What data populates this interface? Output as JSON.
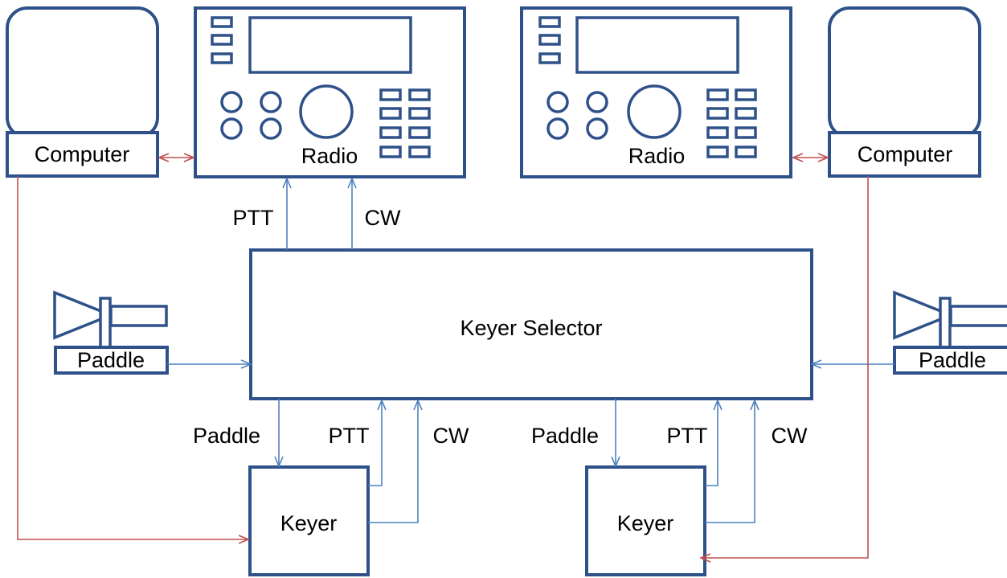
{
  "labels": {
    "computer_left": "Computer",
    "computer_right": "Computer",
    "radio_left": "Radio",
    "radio_right": "Radio",
    "keyer_selector": "Keyer Selector",
    "paddle_left": "Paddle",
    "paddle_right": "Paddle",
    "keyer_left": "Keyer",
    "keyer_right": "Keyer",
    "ptt_top": "PTT",
    "cw_top": "CW",
    "paddle_line_left": "Paddle",
    "ptt_left": "PTT",
    "cw_left": "CW",
    "paddle_line_right": "Paddle",
    "ptt_right": "PTT",
    "cw_right": "CW"
  },
  "colors": {
    "outline": "#2f5189",
    "signal_line": "#4f81bd",
    "computer_line": "#c0504d"
  }
}
